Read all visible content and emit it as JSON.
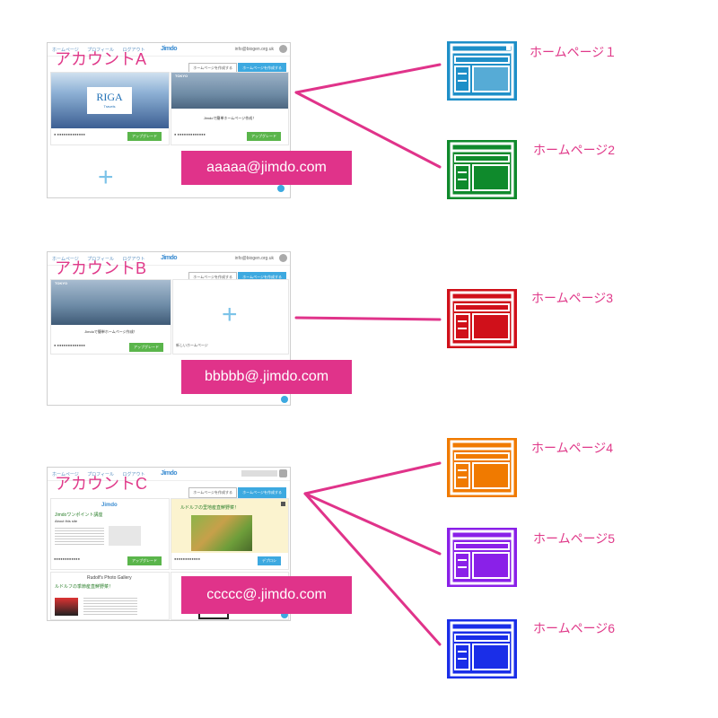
{
  "colors": {
    "accent_pink": "#e0338a",
    "line_pink": "#e0338a",
    "hp1": "#1e8fc8",
    "hp2": "#0f8a2c",
    "hp3": "#d0101a",
    "hp4": "#f07a00",
    "hp5": "#8a20e8",
    "hp6": "#1a2ee8"
  },
  "accounts": [
    {
      "label": "アカウントA",
      "email": "aaaaa@jimdo.com",
      "homepages": [
        "ホームページ１",
        "ホームページ2"
      ]
    },
    {
      "label": "アカウントB",
      "email": "bbbbb@.jimdo.com",
      "homepages": [
        "ホームページ3"
      ]
    },
    {
      "label": "アカウントC",
      "email": "ccccc@.jimdo.com",
      "homepages": [
        "ホームページ4",
        "ホームページ5",
        "ホームページ6"
      ]
    }
  ],
  "screenshot": {
    "nav": [
      "ホームページ",
      "プロフィール",
      "ログアウト"
    ],
    "logo": "Jimdo",
    "user_email": "info@biogen.org.uk",
    "btn_create": "ホームページを作成する",
    "btn_new": "ホームページを作成する",
    "upgrade": "アップグレード",
    "riga_title": "RIGA",
    "riga_sub": "Travels",
    "tokyo_title": "TOKYO",
    "tokyo_tagline": "Jimdoで簡単ホームページ作成！",
    "new_site": "新しいホームページ",
    "card_c1_title": "Jimdoワンポイント講座",
    "card_c1_sub": "About this site",
    "card_c2_title": "ルドルフの里地産直鮮野菜！",
    "card_c3_title": "Rudolf's Photo Gallery",
    "card_c3_sub": "ルドルフの季節産直鮮野菜！",
    "dev_label": "デプロシ"
  }
}
